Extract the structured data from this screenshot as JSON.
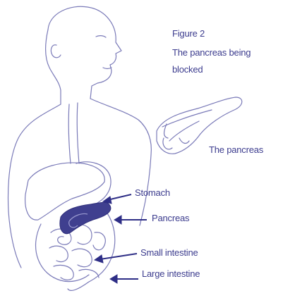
{
  "caption": {
    "figure_label": "Figure 2",
    "line1": "The pancreas being",
    "line2": "blocked"
  },
  "labels": {
    "pancreas_detail": "The pancreas",
    "stomach": "Stomach",
    "pancreas": "Pancreas",
    "small_intestine": "Small intestine",
    "large_intestine": "Large intestine"
  },
  "colors": {
    "line": "#6b6bb0",
    "text": "#3c3c8e",
    "pancreas_fill": "#3f3f8f",
    "arrow": "#2e2e86"
  }
}
